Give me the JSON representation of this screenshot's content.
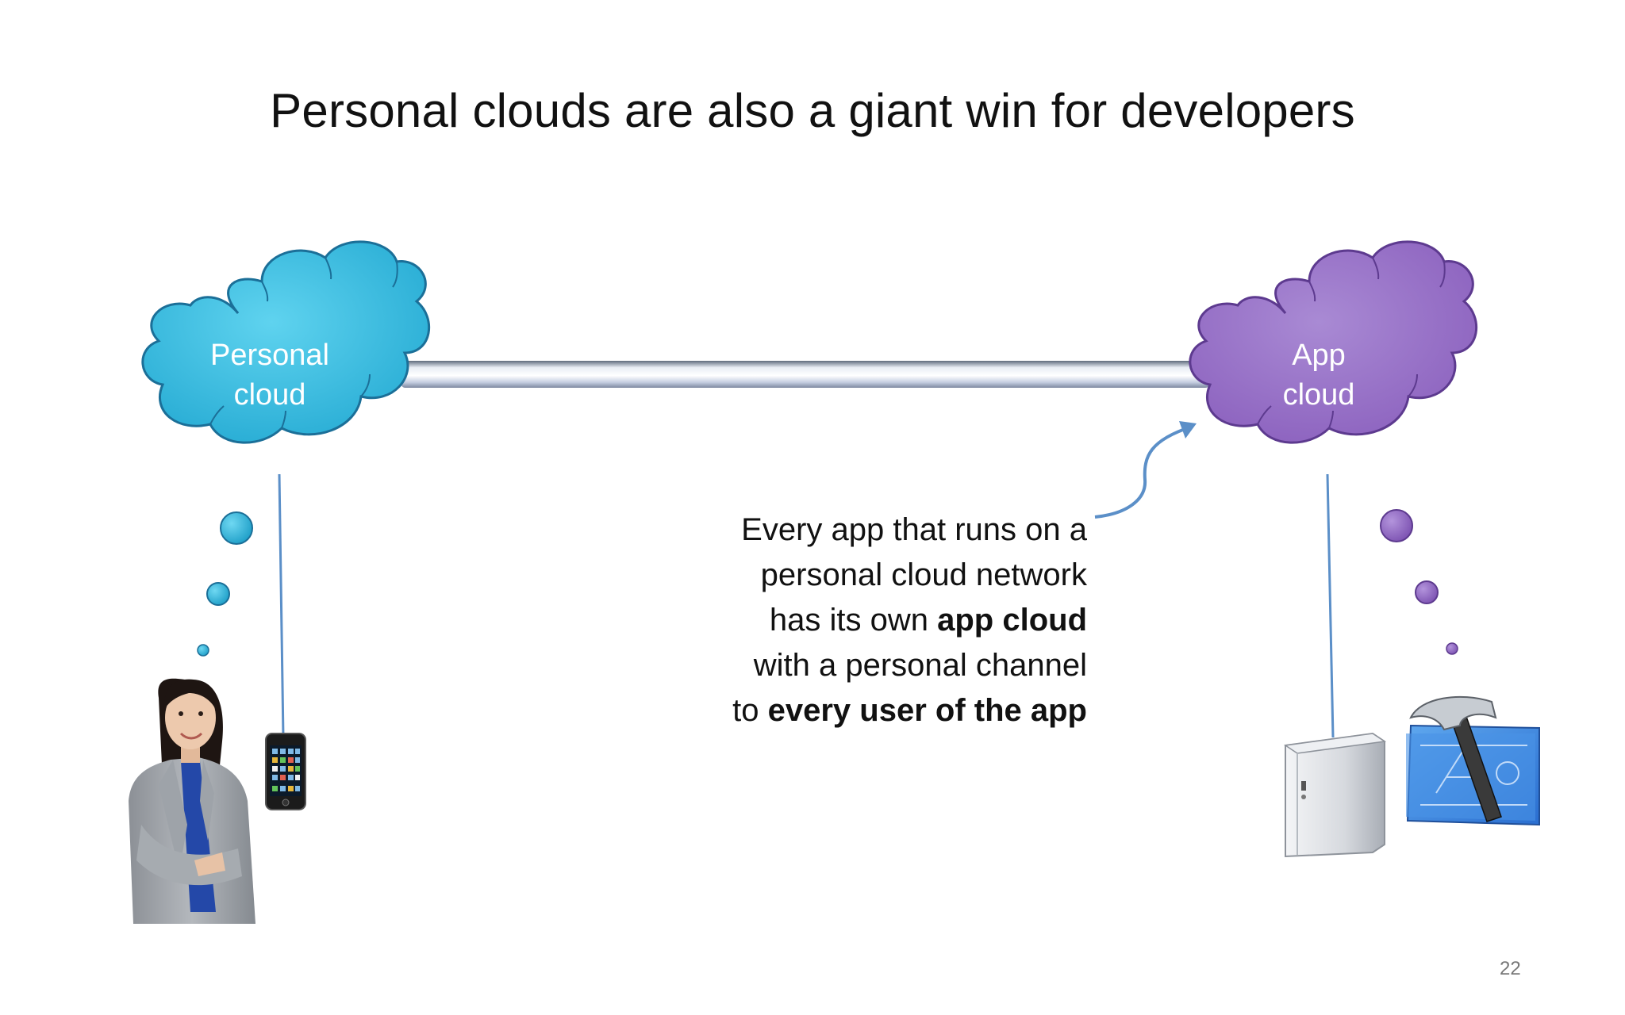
{
  "slide": {
    "title": "Personal clouds are also a giant win for developers",
    "page_number": "22"
  },
  "personal_cloud": {
    "line1": "Personal",
    "line2": "cloud",
    "color": "#3bbfe0"
  },
  "app_cloud": {
    "line1": "App",
    "line2": "cloud",
    "color": "#9b72c6"
  },
  "callout": {
    "line1": "Every app that runs on a",
    "line2": "personal cloud network",
    "line3_pre": "has its own ",
    "line3_bold": "app cloud",
    "line4": "with a personal channel",
    "line5_pre": "to ",
    "line5_bold": "every user of the app"
  },
  "icons": [
    "person-icon",
    "phone-icon",
    "server-icon",
    "developer-tools-icon",
    "arrow-icon"
  ],
  "colors": {
    "accent_arrow": "#5b8fc8",
    "pipe": "#9aa6b8"
  }
}
